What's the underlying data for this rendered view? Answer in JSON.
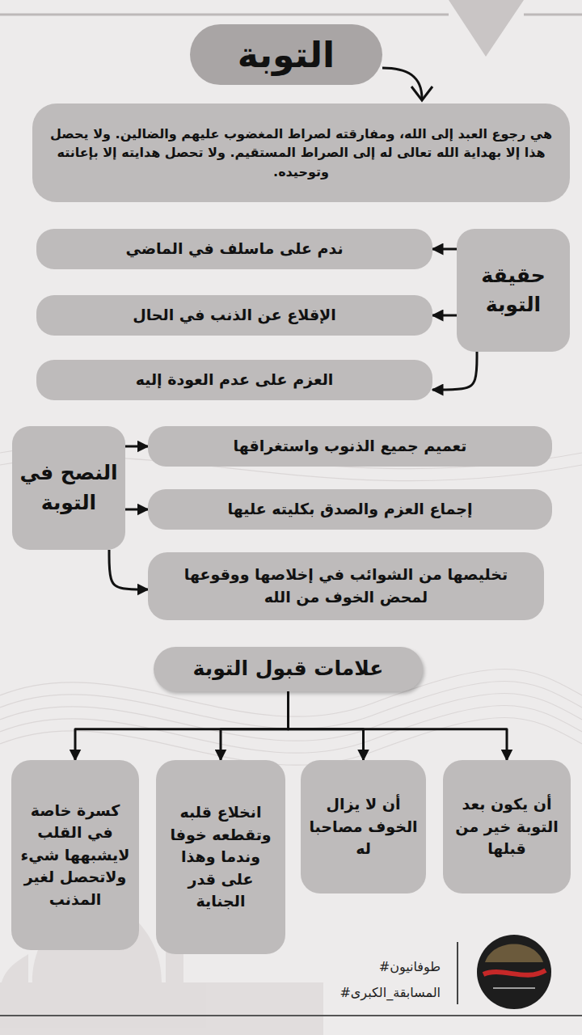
{
  "diagram": {
    "title": "التوبة",
    "nodes": [
      {
        "text": [
          "هي رجوع العبد إلى الله، ومفارقته لصراط المغضوب عليهم والضالين. ولا يحصل هذا إلا بهداية الله تعالى له إلى الصراط المستقيم. ولا تحصل هدايته إلا بإعانته وتوحيده."
        ]
      },
      {
        "text": [
          "حقيقة التوبة"
        ]
      },
      {
        "text": [
          "ندم على ماسلف في الماضي"
        ]
      },
      {
        "text": [
          "الإقلاع عن الذنب في الحال"
        ]
      },
      {
        "text": [
          "العزم على عدم العودة إليه"
        ]
      },
      {
        "text": [
          "النصح في التوبة"
        ]
      },
      {
        "text": [
          "تعميم جميع الذنوب واستغراقها"
        ]
      },
      {
        "text": [
          "إجماع العزم والصدق بكليته عليها"
        ]
      },
      {
        "text": [
          "تخليصها من الشوائب في إخلاصها ووقوعها لمحض الخوف من الله"
        ]
      },
      {
        "text": [
          "علامات قبول التوبة"
        ]
      },
      {
        "text": [
          "أن يكون بعد التوبة خير من قبلها"
        ]
      },
      {
        "text": [
          "أن لا يزال الخوف مصاحبا له"
        ]
      },
      {
        "text": [
          "انخلاع قلبه وتقطعه خوفا وندما وهذا على قدر الجناية"
        ]
      },
      {
        "text": [
          "كسرة خاصة في القلب لايشبهها شيء ولاتحصل لغير المذنب"
        ]
      }
    ],
    "edges": [
      {
        "from": 1,
        "to": 2,
        "arrow": "to"
      },
      {
        "from": 1,
        "to": 3,
        "arrow": "to"
      },
      {
        "from": 1,
        "to": 4,
        "arrow": "to"
      },
      {
        "from": 5,
        "to": 6,
        "arrow": "to"
      },
      {
        "from": 5,
        "to": 7,
        "arrow": "to"
      },
      {
        "from": 5,
        "to": 8,
        "arrow": "to"
      },
      {
        "from": 9,
        "to": 10,
        "arrow": "to"
      },
      {
        "from": 9,
        "to": 11,
        "arrow": "to"
      },
      {
        "from": 9,
        "to": 12,
        "arrow": "to"
      },
      {
        "from": 9,
        "to": 13,
        "arrow": "to"
      }
    ],
    "labels": [
      "#طوفانيون",
      "#المسابقة_الكبرى"
    ]
  }
}
